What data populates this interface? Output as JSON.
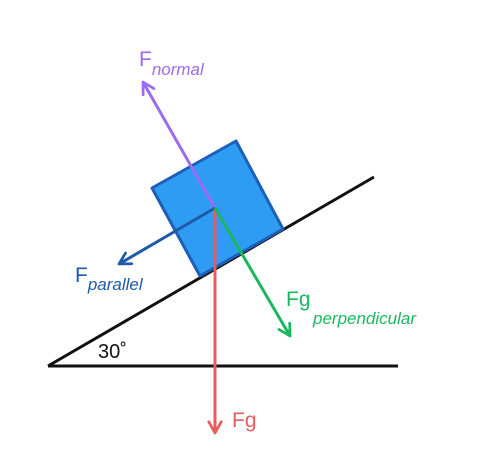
{
  "colors": {
    "incline": "#111111",
    "block_fill": "#2f9cf4",
    "block_stroke": "#1d5fb8",
    "normal": "#9b6cf2",
    "gravity": "#e85c5c",
    "parallel": "#1f5aa8",
    "perpendicular": "#19b85f"
  },
  "labels": {
    "normal_main": "F",
    "normal_sub": "normal",
    "parallel_main": "F",
    "parallel_sub": "parallel",
    "perp_main": "Fg",
    "perp_sub": "perpendicular",
    "gravity": "Fg",
    "angle": "30˚"
  },
  "incline_angle_deg": 30
}
